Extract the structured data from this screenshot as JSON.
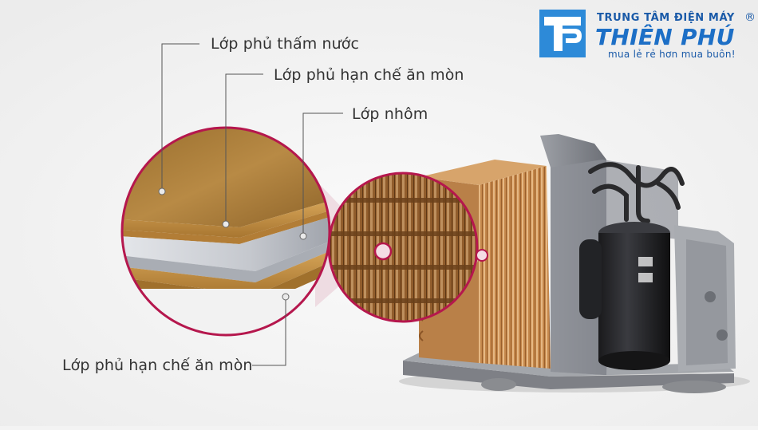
{
  "labels": {
    "water_coating": "Lớp phủ thấm nước",
    "anti_corrosion_top": "Lớp phủ hạn chế ăn mòn",
    "aluminum": "Lớp nhôm",
    "anti_corrosion_bottom": "Lớp phủ hạn chế ăn mòn"
  },
  "logo": {
    "top_line": "TRUNG TÂM ĐIỆN MÁY",
    "registered": "®",
    "name": "THIÊN PHÚ",
    "slogan": "mua lẻ rẻ hơn mua buôn!"
  },
  "colors": {
    "accent_magenta": "#b5174d",
    "brand_blue": "#1d6fc6",
    "copper": "#c98a4f",
    "gold_layer": "#b8863a",
    "aluminum": "#c9cbd0"
  }
}
